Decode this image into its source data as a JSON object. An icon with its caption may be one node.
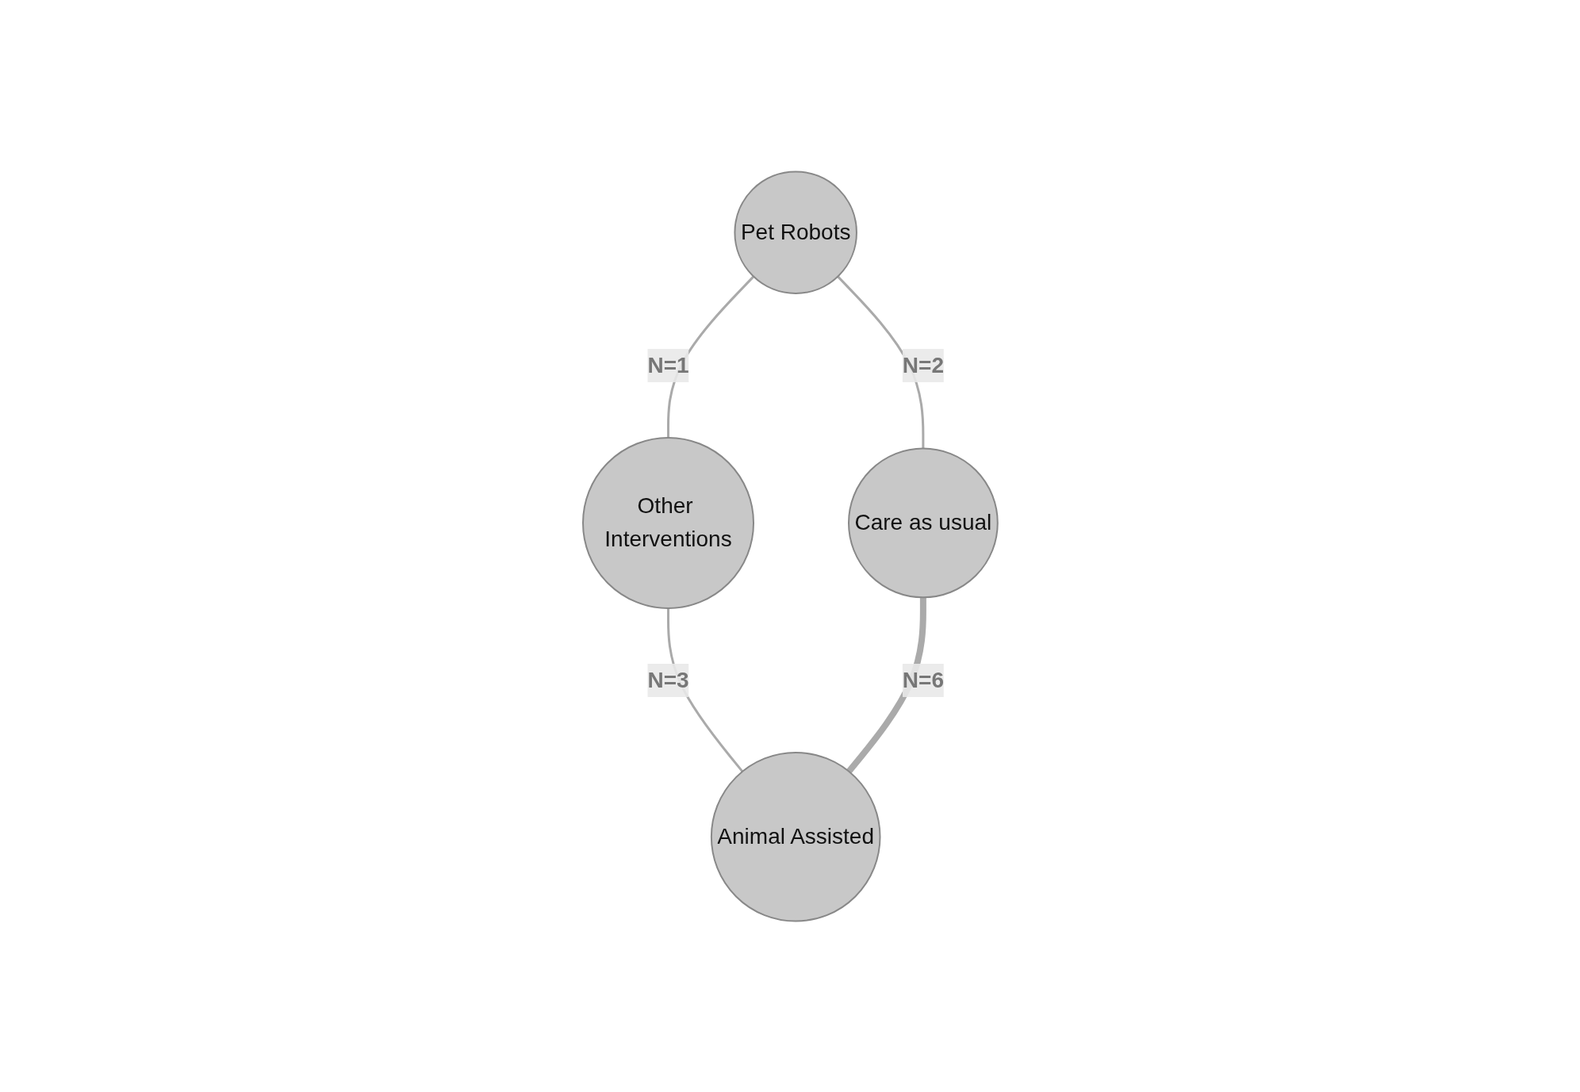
{
  "diagram": {
    "nodes": [
      {
        "text": [
          "Pet Robots"
        ]
      },
      {
        "text": [
          "Other Interventions"
        ]
      },
      {
        "text": [
          "Care as usual"
        ]
      },
      {
        "text": [
          "Animal Assisted"
        ]
      }
    ],
    "edges": [
      {
        "from": 0,
        "to": 1,
        "arrow": "none",
        "label": "N=1"
      },
      {
        "from": 0,
        "to": 2,
        "arrow": "none",
        "label": "N=2"
      },
      {
        "from": 1,
        "to": 3,
        "arrow": "none",
        "label": "N=3"
      },
      {
        "from": 2,
        "to": 3,
        "arrow": "none",
        "label": "N=6",
        "style": "thick"
      }
    ]
  }
}
